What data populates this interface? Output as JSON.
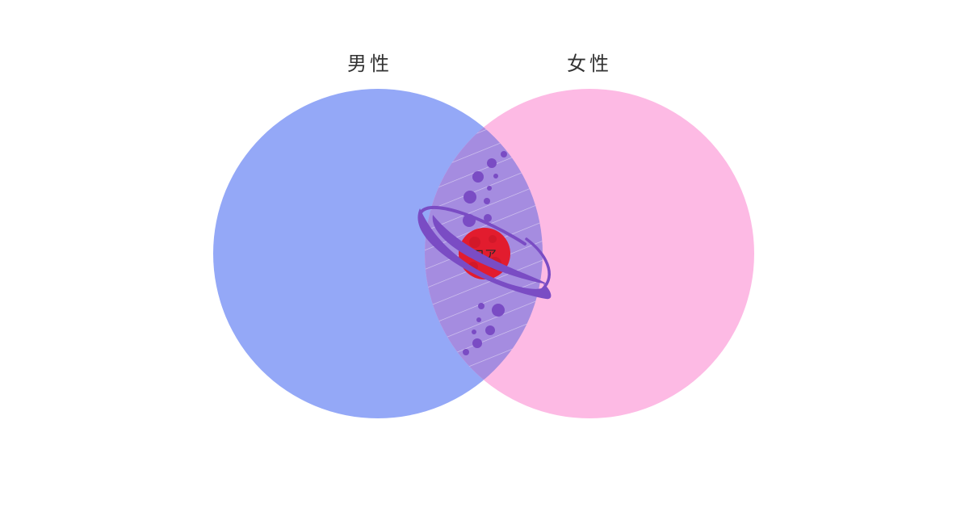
{
  "diagram": {
    "type": "venn",
    "sets": [
      {
        "label": "男性",
        "color": "#94a8f7"
      },
      {
        "label": "女性",
        "color": "#fdbae4"
      }
    ],
    "intersection": {
      "color": "#a58ce0",
      "hatch_color": "#ffffff",
      "dot_color": "#7a4cc4",
      "ring_color": "#7a4cc4"
    },
    "core": {
      "label": "コア",
      "color": "#e21c2e",
      "spot_color": "#c81526"
    }
  }
}
